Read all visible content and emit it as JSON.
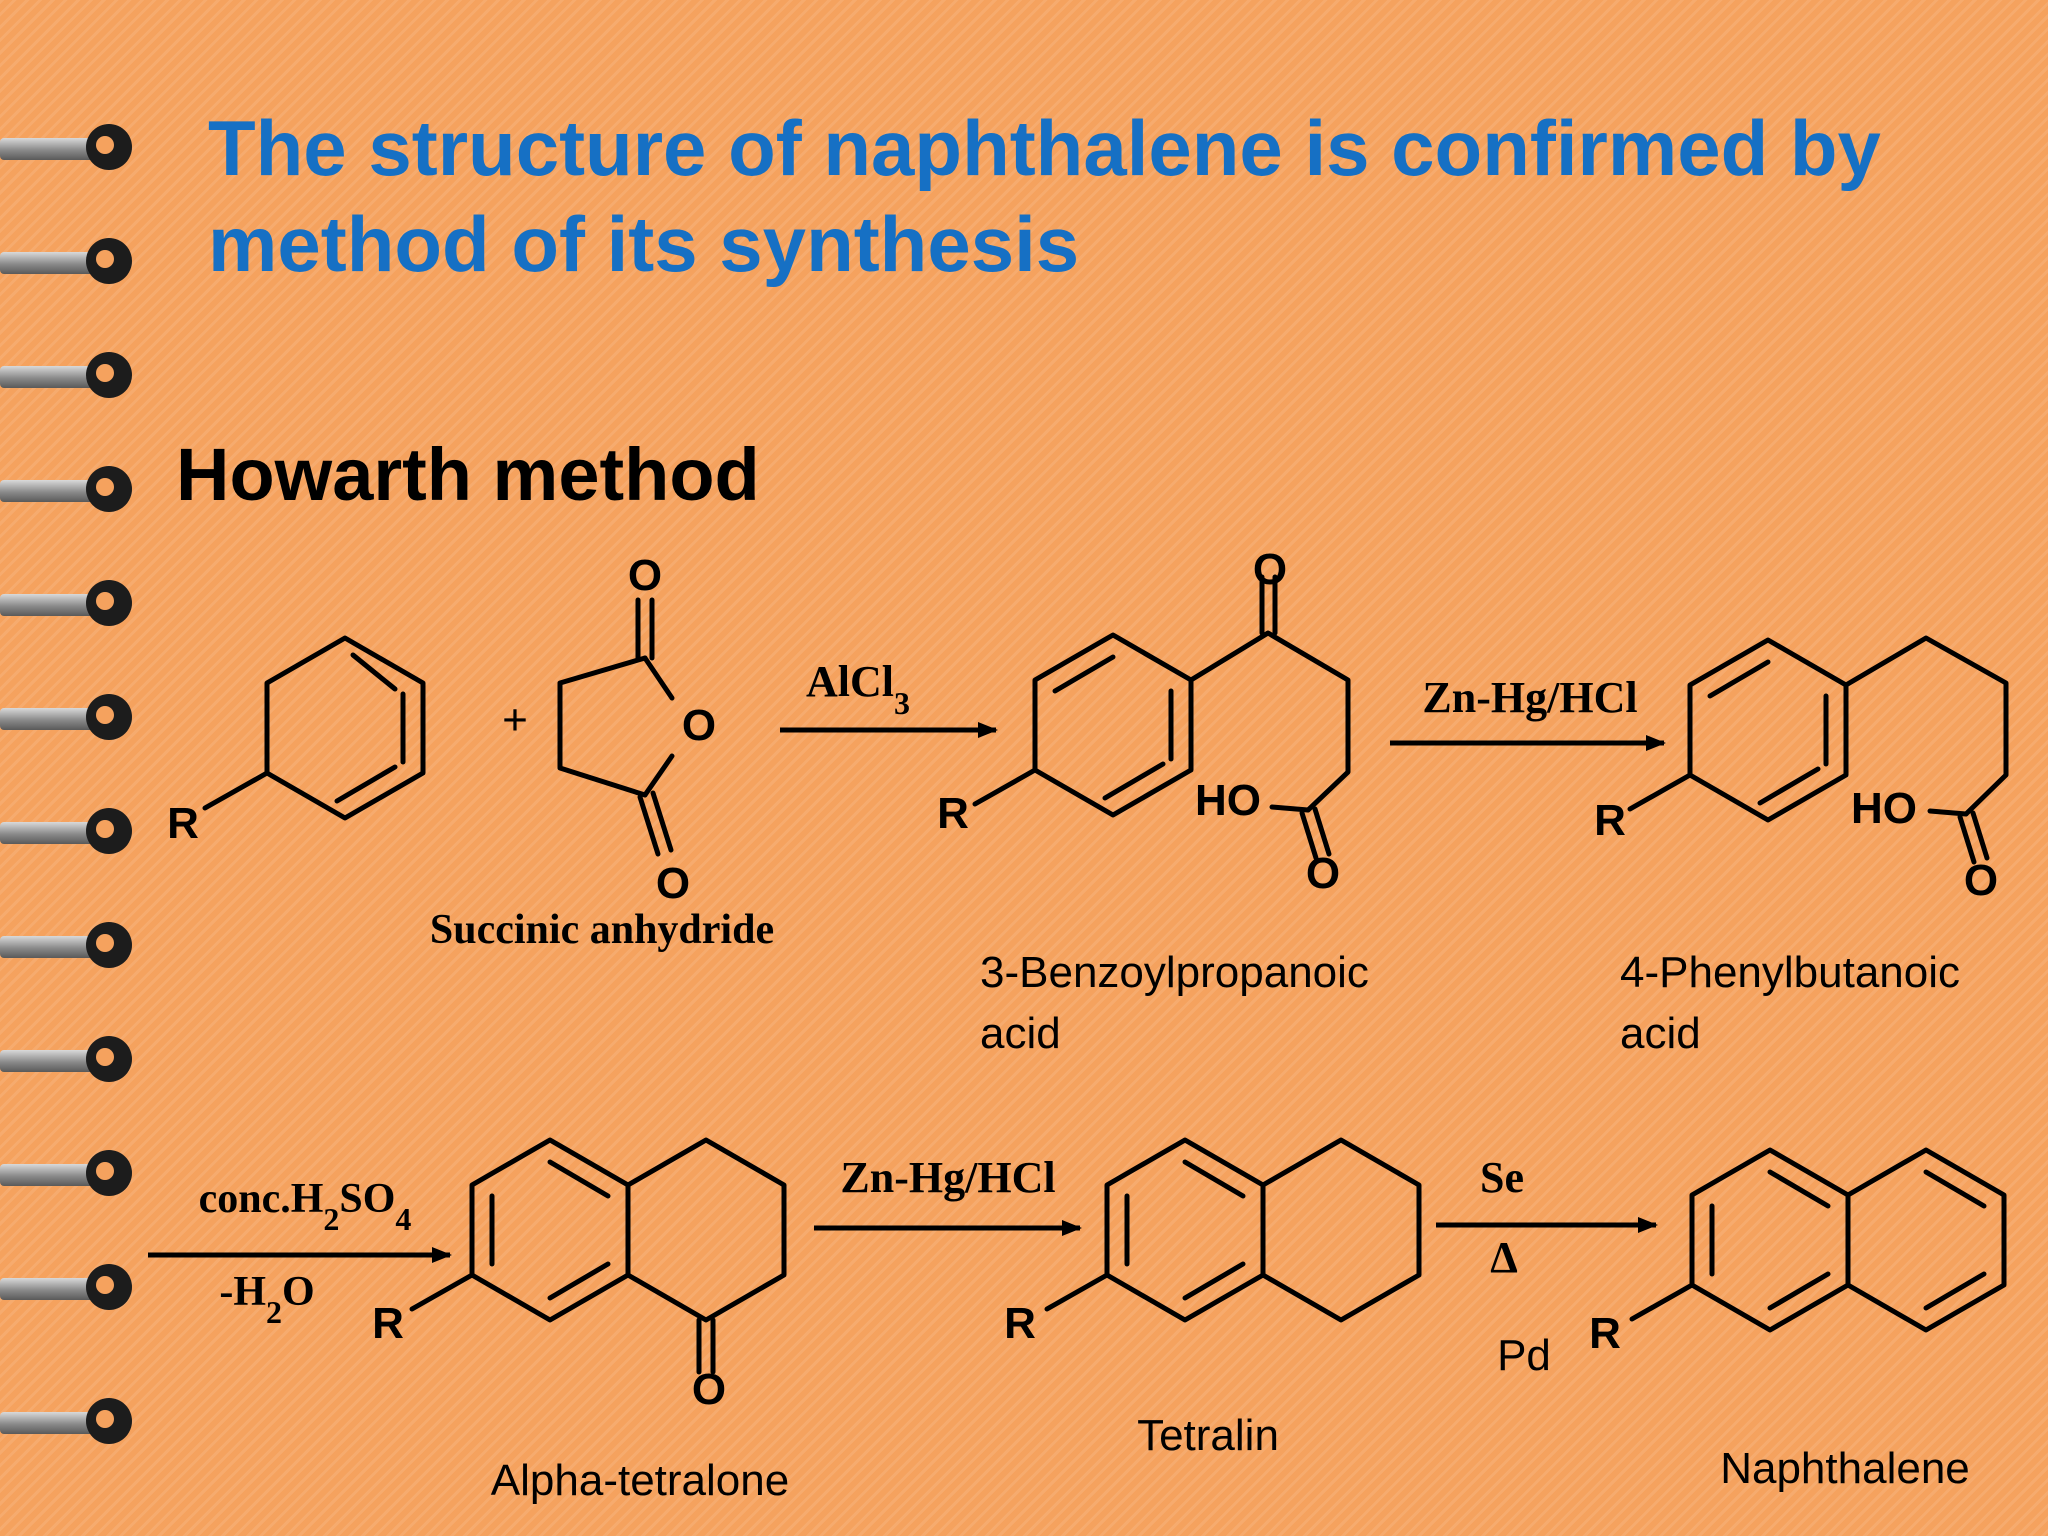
{
  "title": {
    "line1": "The structure of naphthalene is confirmed by",
    "line2": "method of its synthesis"
  },
  "section_heading": "Howarth method",
  "atoms": {
    "R": "R",
    "O": "O",
    "HO": "HO"
  },
  "plus_sign": "+",
  "reagents": {
    "step1": "AlCl3",
    "step2": "Zn-Hg/HCl",
    "step3_top": "conc.H2SO4",
    "step3_bottom": "-H2O",
    "step4": "Zn-Hg/HCl",
    "step5_top": "Se",
    "step5_mid": "Δ",
    "step5_bottom": "Pd"
  },
  "compounds": {
    "succinic_anhydride": "Succinic anhydride",
    "benzoylpropanoic_1": "3-Benzoylpropanoic",
    "benzoylpropanoic_2": "acid",
    "phenylbutanoic_1": "4-Phenylbutanoic",
    "phenylbutanoic_2": "acid",
    "alpha_tetralone": "Alpha-tetralone",
    "tetralin": "Tetralin",
    "naphthalene": "Naphthalene"
  }
}
